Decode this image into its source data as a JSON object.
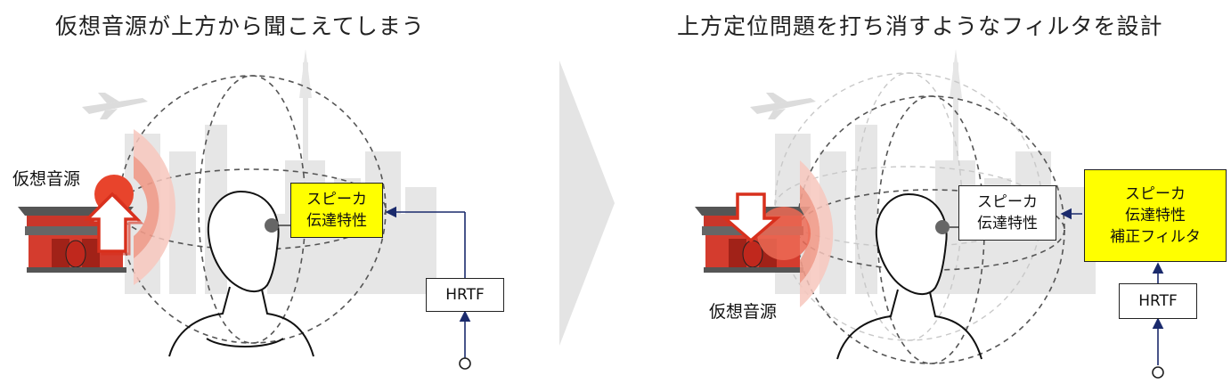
{
  "colors": {
    "highlight_yellow": "#ffff00",
    "arrow_red": "#e8442c",
    "signal_line": "#1a2a6c",
    "background_gray": "#e4e4e4"
  },
  "left_panel": {
    "title": "仮想音源が上方から聞こえてしまう",
    "source_label": "仮想音源",
    "speaker_box_line1": "スピーカ",
    "speaker_box_line2": "伝達特性",
    "hrtf_label": "HRTF",
    "arrow_direction": "up"
  },
  "right_panel": {
    "title": "上方定位問題を打ち消すようなフィルタを設計",
    "source_label": "仮想音源",
    "speaker_box_line1": "スピーカ",
    "speaker_box_line2": "伝達特性",
    "filter_box_line1": "スピーカ",
    "filter_box_line2": "伝達特性",
    "filter_box_line3": "補正フィルタ",
    "hrtf_label": "HRTF",
    "arrow_direction": "down"
  },
  "icons": {
    "transition": "chevron-right-icon",
    "head": "head-silhouette-icon",
    "source": "sound-wave-icon",
    "background": "city-skyline-icon"
  }
}
